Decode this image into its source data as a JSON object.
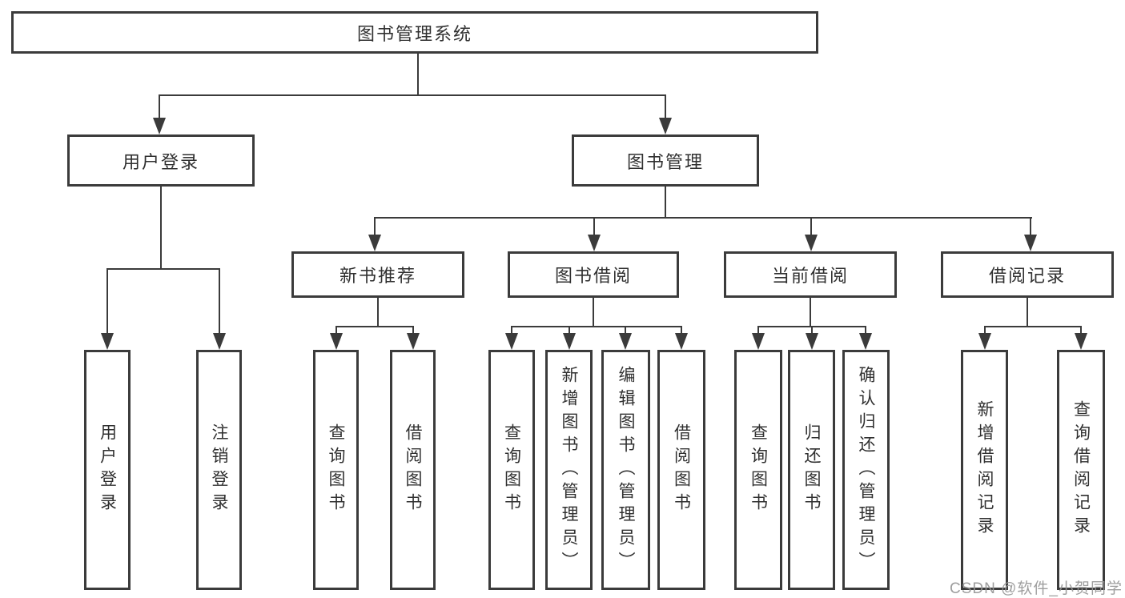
{
  "diagram": {
    "title": "图书管理系统",
    "level1": {
      "user_login": "用户登录",
      "book_management": "图书管理"
    },
    "level2": {
      "new_book_recommend": "新书推荐",
      "book_borrowing": "图书借阅",
      "current_borrowing": "当前借阅",
      "borrowing_records": "借阅记录"
    },
    "leaves": {
      "user_login": [
        "用户登录",
        "注销登录"
      ],
      "new_book_recommend": [
        "查询图书",
        "借阅图书"
      ],
      "book_borrowing": [
        "查询图书",
        "新增图书（管理员）",
        "编辑图书（管理员）",
        "借阅图书"
      ],
      "current_borrowing": [
        "查询图书",
        "归还图书",
        "确认归还（管理员）"
      ],
      "borrowing_records": [
        "新增借阅记录",
        "查询借阅记录"
      ]
    }
  },
  "watermark": {
    "text": "CSDN @软件_小贺同学"
  },
  "colors": {
    "line": "#3b3b3b",
    "text": "#303030",
    "watermark": "#969696",
    "background": "#ffffff"
  }
}
